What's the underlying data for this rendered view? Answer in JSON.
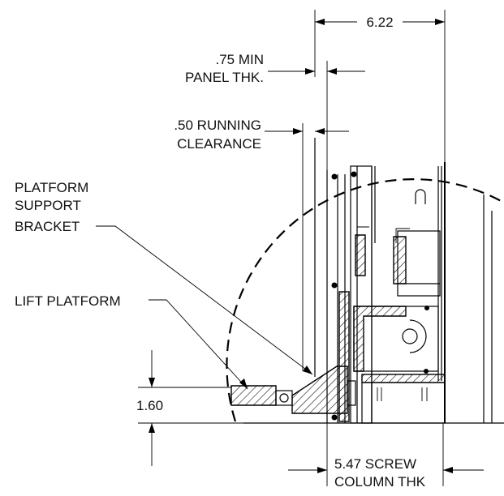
{
  "dimensions": {
    "overall_width": "6.22",
    "panel_thk_line1": ".75 MIN",
    "panel_thk_line2": "PANEL THK.",
    "clearance_line1": ".50 RUNNING",
    "clearance_line2": "CLEARANCE",
    "height": "1.60",
    "screw_line1": "5.47 SCREW",
    "screw_line2": "COLUMN THK"
  },
  "callouts": {
    "bracket_line1": "PLATFORM",
    "bracket_line2": "SUPPORT",
    "bracket_line3": "BRACKET",
    "lift_platform": "LIFT PLATFORM"
  }
}
